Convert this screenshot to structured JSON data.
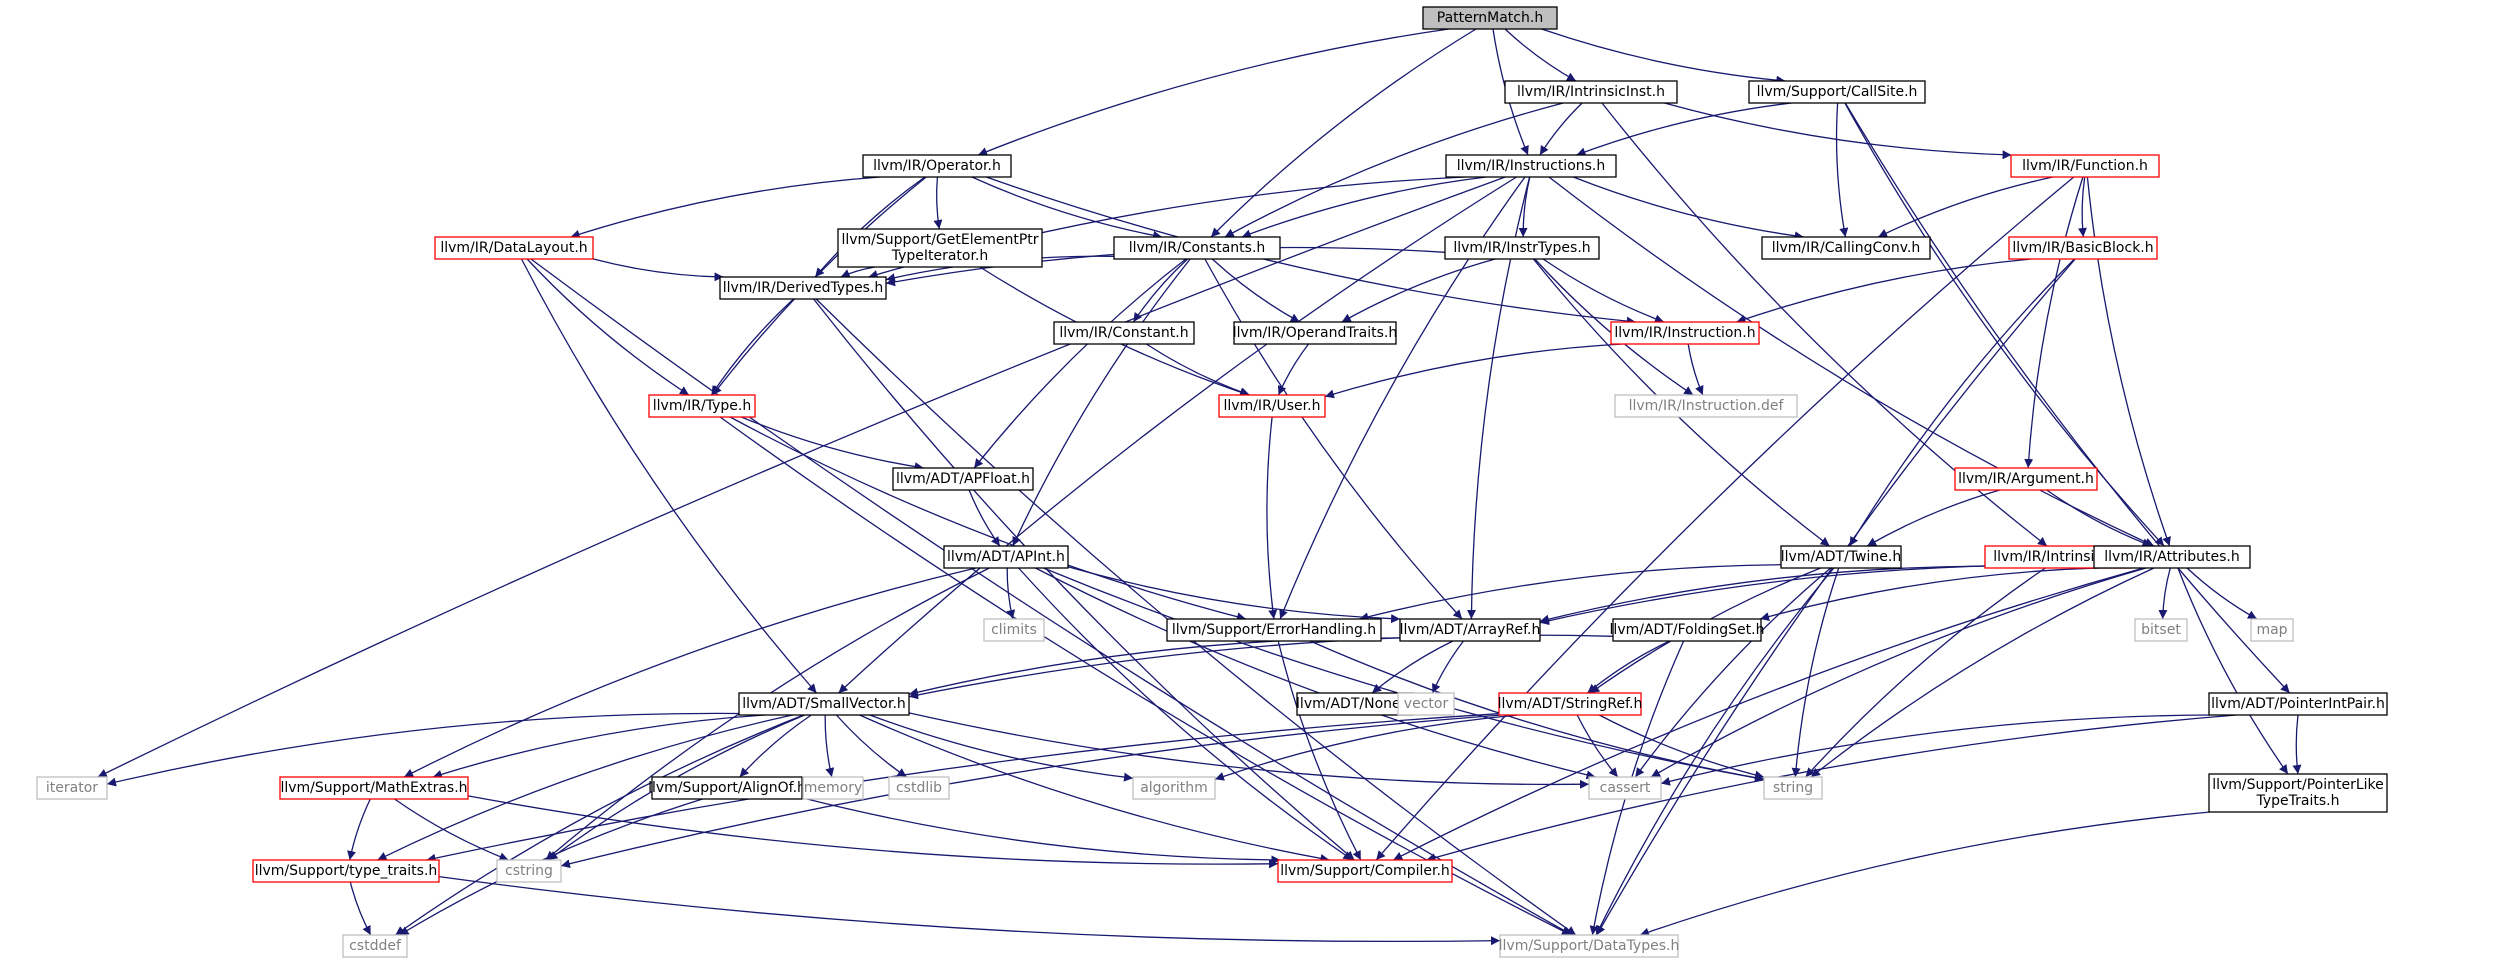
{
  "diagram": {
    "colors": {
      "edge": "#191970",
      "border_normal": "#000000",
      "border_red": "#ff0000",
      "border_gray": "#bfbfbf",
      "root_fill": "#bfbfbf"
    },
    "nodes": [
      {
        "id": "pm",
        "lines": [
          "PatternMatch.h"
        ],
        "kind": "root"
      },
      {
        "id": "ii",
        "lines": [
          "llvm/IR/IntrinsicInst.h"
        ],
        "kind": "normal"
      },
      {
        "id": "cs",
        "lines": [
          "llvm/Support/CallSite.h"
        ],
        "kind": "normal"
      },
      {
        "id": "op",
        "lines": [
          "llvm/IR/Operator.h"
        ],
        "kind": "normal"
      },
      {
        "id": "ins",
        "lines": [
          "llvm/IR/Instructions.h"
        ],
        "kind": "normal"
      },
      {
        "id": "fn",
        "lines": [
          "llvm/IR/Function.h"
        ],
        "kind": "red"
      },
      {
        "id": "dl",
        "lines": [
          "llvm/IR/DataLayout.h"
        ],
        "kind": "red"
      },
      {
        "id": "gep",
        "lines": [
          "llvm/Support/GetElementPtr",
          "TypeIterator.h"
        ],
        "kind": "normal"
      },
      {
        "id": "cons",
        "lines": [
          "llvm/IR/Constants.h"
        ],
        "kind": "normal"
      },
      {
        "id": "it",
        "lines": [
          "llvm/IR/InstrTypes.h"
        ],
        "kind": "normal"
      },
      {
        "id": "cc",
        "lines": [
          "llvm/IR/CallingConv.h"
        ],
        "kind": "normal"
      },
      {
        "id": "bb",
        "lines": [
          "llvm/IR/BasicBlock.h"
        ],
        "kind": "red"
      },
      {
        "id": "dt",
        "lines": [
          "llvm/IR/DerivedTypes.h"
        ],
        "kind": "normal"
      },
      {
        "id": "const",
        "lines": [
          "llvm/IR/Constant.h"
        ],
        "kind": "normal"
      },
      {
        "id": "ot",
        "lines": [
          "llvm/IR/OperandTraits.h"
        ],
        "kind": "normal"
      },
      {
        "id": "inst",
        "lines": [
          "llvm/IR/Instruction.h"
        ],
        "kind": "red"
      },
      {
        "id": "type",
        "lines": [
          "llvm/IR/Type.h"
        ],
        "kind": "red"
      },
      {
        "id": "user",
        "lines": [
          "llvm/IR/User.h"
        ],
        "kind": "red"
      },
      {
        "id": "idef",
        "lines": [
          "llvm/IR/Instruction.def"
        ],
        "kind": "gray"
      },
      {
        "id": "apf",
        "lines": [
          "llvm/ADT/APFloat.h"
        ],
        "kind": "normal"
      },
      {
        "id": "arg",
        "lines": [
          "llvm/IR/Argument.h"
        ],
        "kind": "red"
      },
      {
        "id": "api",
        "lines": [
          "llvm/ADT/APInt.h"
        ],
        "kind": "normal"
      },
      {
        "id": "tw",
        "lines": [
          "llvm/ADT/Twine.h"
        ],
        "kind": "normal"
      },
      {
        "id": "intr",
        "lines": [
          "llvm/IR/Intrinsics.h"
        ],
        "kind": "red"
      },
      {
        "id": "attr",
        "lines": [
          "llvm/IR/Attributes.h"
        ],
        "kind": "normal"
      },
      {
        "id": "climits",
        "lines": [
          "climits"
        ],
        "kind": "gray"
      },
      {
        "id": "eh",
        "lines": [
          "llvm/Support/ErrorHandling.h"
        ],
        "kind": "normal"
      },
      {
        "id": "ar",
        "lines": [
          "llvm/ADT/ArrayRef.h"
        ],
        "kind": "normal"
      },
      {
        "id": "fs",
        "lines": [
          "llvm/ADT/FoldingSet.h"
        ],
        "kind": "normal"
      },
      {
        "id": "bitset",
        "lines": [
          "bitset"
        ],
        "kind": "gray"
      },
      {
        "id": "map",
        "lines": [
          "map"
        ],
        "kind": "gray"
      },
      {
        "id": "none",
        "lines": [
          "llvm/ADT/None.h"
        ],
        "kind": "normal"
      },
      {
        "id": "vector",
        "lines": [
          "vector"
        ],
        "kind": "gray"
      },
      {
        "id": "sv",
        "lines": [
          "llvm/ADT/SmallVector.h"
        ],
        "kind": "normal"
      },
      {
        "id": "sr",
        "lines": [
          "llvm/ADT/StringRef.h"
        ],
        "kind": "red"
      },
      {
        "id": "pip",
        "lines": [
          "llvm/ADT/PointerIntPair.h"
        ],
        "kind": "normal"
      },
      {
        "id": "iter",
        "lines": [
          "iterator"
        ],
        "kind": "gray"
      },
      {
        "id": "me",
        "lines": [
          "llvm/Support/MathExtras.h"
        ],
        "kind": "red"
      },
      {
        "id": "ao",
        "lines": [
          "llvm/Support/AlignOf.h"
        ],
        "kind": "normal"
      },
      {
        "id": "memory",
        "lines": [
          "memory"
        ],
        "kind": "gray"
      },
      {
        "id": "cstdlib",
        "lines": [
          "cstdlib"
        ],
        "kind": "gray"
      },
      {
        "id": "algo",
        "lines": [
          "algorithm"
        ],
        "kind": "gray"
      },
      {
        "id": "cassert",
        "lines": [
          "cassert"
        ],
        "kind": "gray"
      },
      {
        "id": "string",
        "lines": [
          "string"
        ],
        "kind": "gray"
      },
      {
        "id": "pltt",
        "lines": [
          "llvm/Support/PointerLike",
          "TypeTraits.h"
        ],
        "kind": "normal"
      },
      {
        "id": "tt",
        "lines": [
          "llvm/Support/type_traits.h"
        ],
        "kind": "red"
      },
      {
        "id": "cstring",
        "lines": [
          "cstring"
        ],
        "kind": "gray"
      },
      {
        "id": "comp",
        "lines": [
          "llvm/Support/Compiler.h"
        ],
        "kind": "red"
      },
      {
        "id": "cstddef",
        "lines": [
          "cstddef"
        ],
        "kind": "gray"
      },
      {
        "id": "dty",
        "lines": [
          "llvm/Support/DataTypes.h"
        ],
        "kind": "gray"
      }
    ],
    "edges": [
      [
        "pm",
        "ii"
      ],
      [
        "pm",
        "cs"
      ],
      [
        "pm",
        "op"
      ],
      [
        "pm",
        "ins"
      ],
      [
        "pm",
        "cons"
      ],
      [
        "ii",
        "ins"
      ],
      [
        "ii",
        "cons"
      ],
      [
        "ii",
        "fn"
      ],
      [
        "ii",
        "intr"
      ],
      [
        "cs",
        "ins"
      ],
      [
        "cs",
        "cc"
      ],
      [
        "cs",
        "attr"
      ],
      [
        "cs",
        "pip"
      ],
      [
        "op",
        "dl"
      ],
      [
        "op",
        "gep"
      ],
      [
        "op",
        "cons"
      ],
      [
        "op",
        "dt"
      ],
      [
        "op",
        "type"
      ],
      [
        "op",
        "inst"
      ],
      [
        "ins",
        "cons"
      ],
      [
        "ins",
        "it"
      ],
      [
        "ins",
        "cc"
      ],
      [
        "ins",
        "dt"
      ],
      [
        "ins",
        "attr"
      ],
      [
        "ins",
        "ar"
      ],
      [
        "ins",
        "eh"
      ],
      [
        "ins",
        "sv"
      ],
      [
        "ins",
        "iter"
      ],
      [
        "fn",
        "cc"
      ],
      [
        "fn",
        "bb"
      ],
      [
        "fn",
        "arg"
      ],
      [
        "fn",
        "attr"
      ],
      [
        "fn",
        "comp"
      ],
      [
        "dl",
        "dt"
      ],
      [
        "dl",
        "type"
      ],
      [
        "dl",
        "sv"
      ],
      [
        "dl",
        "dty"
      ],
      [
        "gep",
        "dt"
      ],
      [
        "gep",
        "user"
      ],
      [
        "cons",
        "dt"
      ],
      [
        "cons",
        "const"
      ],
      [
        "cons",
        "ot"
      ],
      [
        "cons",
        "apf"
      ],
      [
        "cons",
        "api"
      ],
      [
        "cons",
        "ar"
      ],
      [
        "it",
        "inst"
      ],
      [
        "it",
        "ot"
      ],
      [
        "it",
        "dt"
      ],
      [
        "it",
        "tw"
      ],
      [
        "it",
        "idef"
      ],
      [
        "bb",
        "inst"
      ],
      [
        "bb",
        "tw"
      ],
      [
        "bb",
        "dty"
      ],
      [
        "dt",
        "type"
      ],
      [
        "dt",
        "comp"
      ],
      [
        "dt",
        "dty"
      ],
      [
        "const",
        "user"
      ],
      [
        "ot",
        "user"
      ],
      [
        "inst",
        "user"
      ],
      [
        "inst",
        "idef"
      ],
      [
        "type",
        "apf"
      ],
      [
        "type",
        "eh"
      ],
      [
        "type",
        "dty"
      ],
      [
        "user",
        "eh"
      ],
      [
        "apf",
        "api"
      ],
      [
        "arg",
        "attr"
      ],
      [
        "arg",
        "tw"
      ],
      [
        "api",
        "climits"
      ],
      [
        "api",
        "ar"
      ],
      [
        "api",
        "me"
      ],
      [
        "api",
        "comp"
      ],
      [
        "api",
        "string"
      ],
      [
        "api",
        "cstring"
      ],
      [
        "api",
        "cassert"
      ],
      [
        "tw",
        "eh"
      ],
      [
        "tw",
        "sr"
      ],
      [
        "tw",
        "cassert"
      ],
      [
        "tw",
        "string"
      ],
      [
        "tw",
        "dty"
      ],
      [
        "intr",
        "ar"
      ],
      [
        "intr",
        "string"
      ],
      [
        "attr",
        "ar"
      ],
      [
        "attr",
        "fs"
      ],
      [
        "attr",
        "bitset"
      ],
      [
        "attr",
        "map"
      ],
      [
        "attr",
        "cassert"
      ],
      [
        "attr",
        "string"
      ],
      [
        "attr",
        "pltt"
      ],
      [
        "attr",
        "comp"
      ],
      [
        "eh",
        "comp"
      ],
      [
        "eh",
        "string"
      ],
      [
        "ar",
        "none"
      ],
      [
        "ar",
        "vector"
      ],
      [
        "ar",
        "sv"
      ],
      [
        "fs",
        "sv"
      ],
      [
        "fs",
        "sr"
      ],
      [
        "fs",
        "dty"
      ],
      [
        "sv",
        "iter"
      ],
      [
        "sv",
        "me"
      ],
      [
        "sv",
        "ao"
      ],
      [
        "sv",
        "memory"
      ],
      [
        "sv",
        "cstdlib"
      ],
      [
        "sv",
        "algo"
      ],
      [
        "sv",
        "cassert"
      ],
      [
        "sv",
        "cstring"
      ],
      [
        "sv",
        "tt"
      ],
      [
        "sv",
        "comp"
      ],
      [
        "sv",
        "cstddef"
      ],
      [
        "sr",
        "algo"
      ],
      [
        "sr",
        "cassert"
      ],
      [
        "sr",
        "string"
      ],
      [
        "sr",
        "cstring"
      ],
      [
        "sr",
        "tt"
      ],
      [
        "pip",
        "pltt"
      ],
      [
        "pip",
        "cassert"
      ],
      [
        "pip",
        "comp"
      ],
      [
        "me",
        "tt"
      ],
      [
        "me",
        "cstring"
      ],
      [
        "me",
        "comp"
      ],
      [
        "ao",
        "comp"
      ],
      [
        "ao",
        "cstddef"
      ],
      [
        "pltt",
        "dty"
      ],
      [
        "tt",
        "cstddef"
      ],
      [
        "tt",
        "dty"
      ]
    ]
  }
}
